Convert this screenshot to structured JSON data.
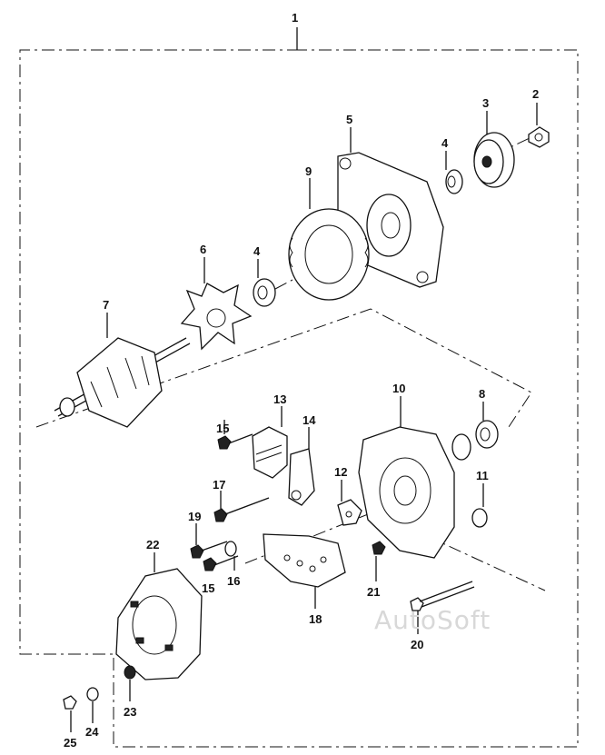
{
  "diagram": {
    "callouts": [
      "1",
      "2",
      "3",
      "4",
      "5",
      "4",
      "6",
      "7",
      "8",
      "9",
      "10",
      "11",
      "12",
      "13",
      "14",
      "15",
      "15",
      "16",
      "17",
      "18",
      "19",
      "20",
      "21",
      "22",
      "23",
      "24",
      "25"
    ],
    "watermark": "AutoSoft"
  }
}
